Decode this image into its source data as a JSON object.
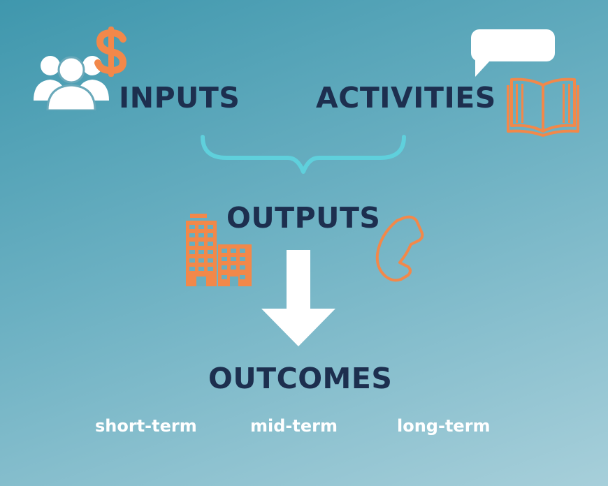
{
  "diagram": {
    "nodes": {
      "inputs": "INPUTS",
      "activities": "ACTIVITIES",
      "outputs": "OUTPUTS",
      "outcomes": "OUTCOMES"
    },
    "outcome_terms": [
      "short-term",
      "mid-term",
      "long-term"
    ],
    "icons": {
      "inputs": [
        "people-group-icon",
        "dollar-sign-icon"
      ],
      "activities": [
        "speech-bubble-icon",
        "open-book-icon"
      ],
      "outputs": [
        "office-buildings-icon",
        "telephone-handset-icon"
      ],
      "flow": [
        "curly-brace-connector-icon",
        "down-arrow-icon"
      ]
    },
    "colors": {
      "heading_text": "#1d2f4f",
      "accent_orange": "#f2884a",
      "brace_teal": "#5fd0dc",
      "white": "#ffffff"
    }
  }
}
